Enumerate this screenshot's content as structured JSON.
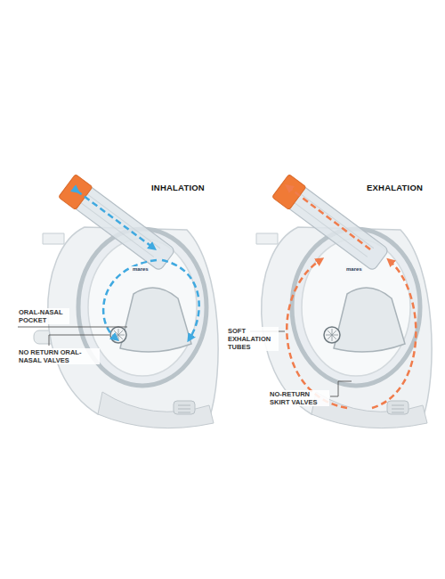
{
  "diagram": {
    "labels": [
      "INHALATION",
      "ORAL-NASAL POCKET",
      "NO RETURN ORAL-NASAL VALVES",
      "mares",
      "EXHALATION",
      "SOFT EXHALATION TUBES",
      "NO-RETURN SKIRT VALVES",
      "mares"
    ]
  }
}
